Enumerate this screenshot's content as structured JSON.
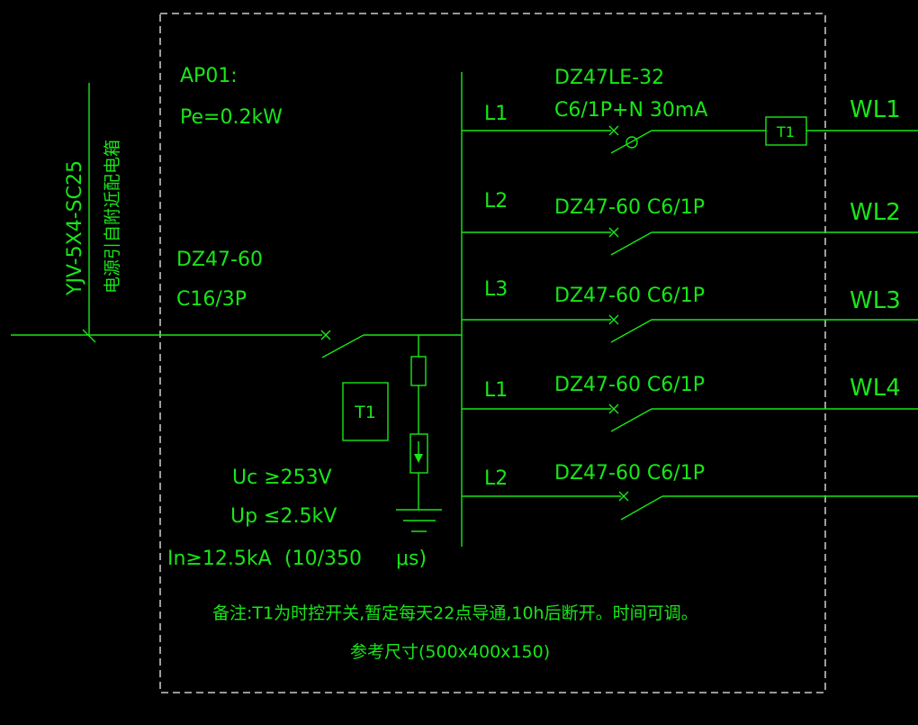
{
  "panel": {
    "name": "AP01:",
    "power": "Pe=0.2kW",
    "note": "备注:T1为时控开关,暂定每天22点导通,10h后断开。时间可调。",
    "size": "参考尺寸(500x400x150)"
  },
  "incoming": {
    "cable": "YJV-5X4-SC25",
    "source": "电源引自附近配电箱",
    "breaker_model": "DZ47-60",
    "breaker_rating": "C16/3P"
  },
  "timer": {
    "label": "T1"
  },
  "spd": {
    "uc": "Uc ≥253V",
    "up": "Up ≤2.5kV",
    "in": "In≥12.5kA",
    "wave": "(10/350",
    "unit": "μs)"
  },
  "circuits": [
    {
      "phase": "L1",
      "breaker": "DZ47LE-32",
      "spec": "C6/1P+N 30mA",
      "label": "WL1",
      "timer": "T1"
    },
    {
      "phase": "L2",
      "breaker": "DZ47-60  C6/1P",
      "spec": "",
      "label": "WL2"
    },
    {
      "phase": "L3",
      "breaker": "DZ47-60  C6/1P",
      "spec": "",
      "label": "WL3"
    },
    {
      "phase": "L1",
      "breaker": "DZ47-60  C6/1P",
      "spec": "",
      "label": "WL4"
    },
    {
      "phase": "L2",
      "breaker": "DZ47-60  C6/1P",
      "spec": "",
      "label": ""
    }
  ]
}
